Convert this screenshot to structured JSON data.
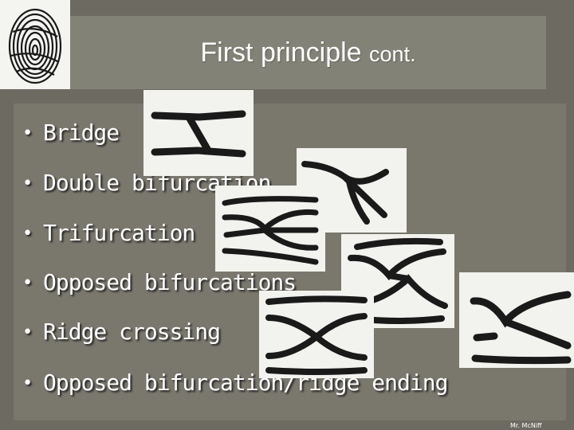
{
  "slide": {
    "title": "First principle",
    "title_suffix": "cont.",
    "bullets": [
      "Bridge",
      "Double bifurcation",
      "Trifurcation",
      "Opposed bifurcations",
      "Ridge crossing",
      "Opposed bifurcation/ridge ending"
    ],
    "bullet_marker": "•",
    "credit": "Mr. McNiff",
    "images": [
      {
        "name": "bridge-image",
        "icon": "bridge-minutia"
      },
      {
        "name": "double-bifurcation-image",
        "icon": "double-bifurcation-minutia"
      },
      {
        "name": "trifurcation-image",
        "icon": "trifurcation-minutia"
      },
      {
        "name": "opposed-bifurcations-image",
        "icon": "opposed-bifurcations-minutia"
      },
      {
        "name": "opposed-bifurcation-ridge-ending-image",
        "icon": "opposed-bifurcation-ridge-ending-minutia"
      },
      {
        "name": "ridge-crossing-image",
        "icon": "ridge-crossing-minutia"
      },
      {
        "name": "fingerprint-image",
        "icon": "fingerprint"
      }
    ]
  },
  "colors": {
    "background": "#6d6b61",
    "title_bar": "#838276",
    "body_panel": "#7a786d",
    "text": "#ffffff",
    "image_background": "#f2f2ee",
    "ridge": "#1a1a1a"
  }
}
